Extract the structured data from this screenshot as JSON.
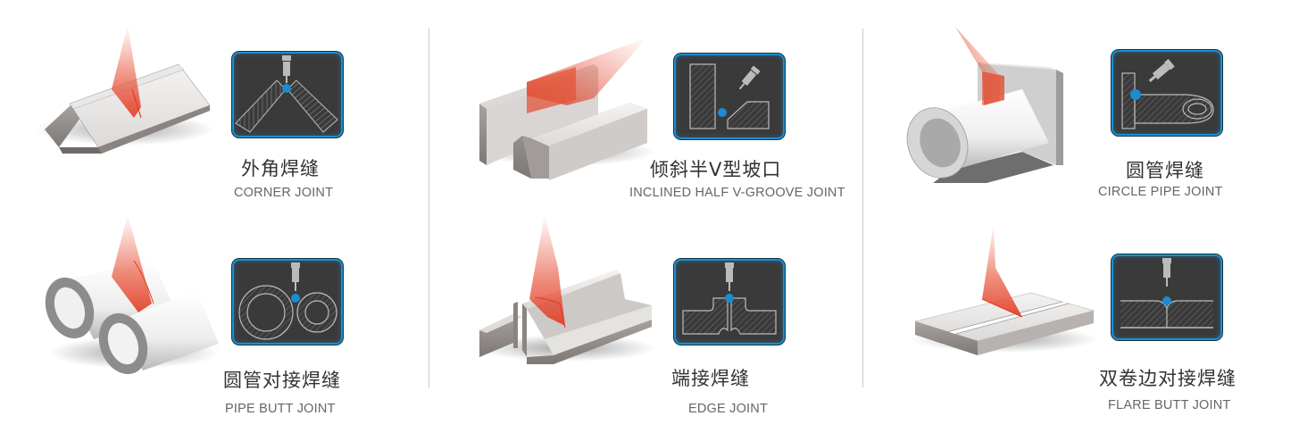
{
  "colors": {
    "icon_bg": "#3a3a3a",
    "icon_border": "#1c8fd1",
    "weld_point": "#1a8ccf",
    "laser": "#e8583f",
    "divider": "#c8c8c8",
    "title_zh": "#333333",
    "title_en": "#666666"
  },
  "columns": [
    {
      "joints": [
        {
          "id": "corner",
          "title_zh": "外角焊缝",
          "title_en": "CORNER JOINT",
          "icon": "corner-joint-icon"
        },
        {
          "id": "pipe-butt",
          "title_zh": "圆管对接焊缝",
          "title_en": "PIPE BUTT JOINT",
          "icon": "pipe-butt-joint-icon"
        }
      ]
    },
    {
      "joints": [
        {
          "id": "half-v",
          "title_zh": "倾斜半V型坡口",
          "title_en": "INCLINED HALF V-GROOVE JOINT",
          "icon": "half-v-groove-icon"
        },
        {
          "id": "edge",
          "title_zh": "端接焊缝",
          "title_en": "EDGE JOINT",
          "icon": "edge-joint-icon"
        }
      ]
    },
    {
      "joints": [
        {
          "id": "circle-pipe",
          "title_zh": "圆管焊缝",
          "title_en": "CIRCLE PIPE JOINT",
          "icon": "circle-pipe-joint-icon"
        },
        {
          "id": "flare-butt",
          "title_zh": "双卷边对接焊缝",
          "title_en": "FLARE BUTT JOINT",
          "icon": "flare-butt-joint-icon"
        }
      ]
    }
  ]
}
